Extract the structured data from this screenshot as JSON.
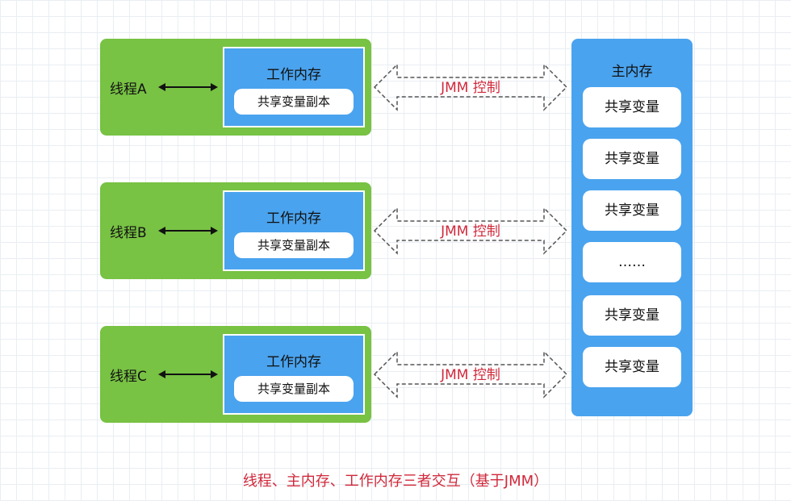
{
  "threads": [
    {
      "label": "线程A",
      "working_title": "工作内存",
      "copy_label": "共享变量副本"
    },
    {
      "label": "线程B",
      "working_title": "工作内存",
      "copy_label": "共享变量副本"
    },
    {
      "label": "线程C",
      "working_title": "工作内存",
      "copy_label": "共享变量副本"
    }
  ],
  "jmm_label": "JMM 控制",
  "main_memory": {
    "title": "主内存",
    "items": [
      "共享变量",
      "共享变量",
      "共享变量",
      "……",
      "共享变量",
      "共享变量"
    ]
  },
  "caption": "线程、主内存、工作内存三者交互（基于JMM）",
  "colors": {
    "thread_bg": "#78c244",
    "memory_bg": "#4aa3ee",
    "accent_text": "#d0283a"
  }
}
